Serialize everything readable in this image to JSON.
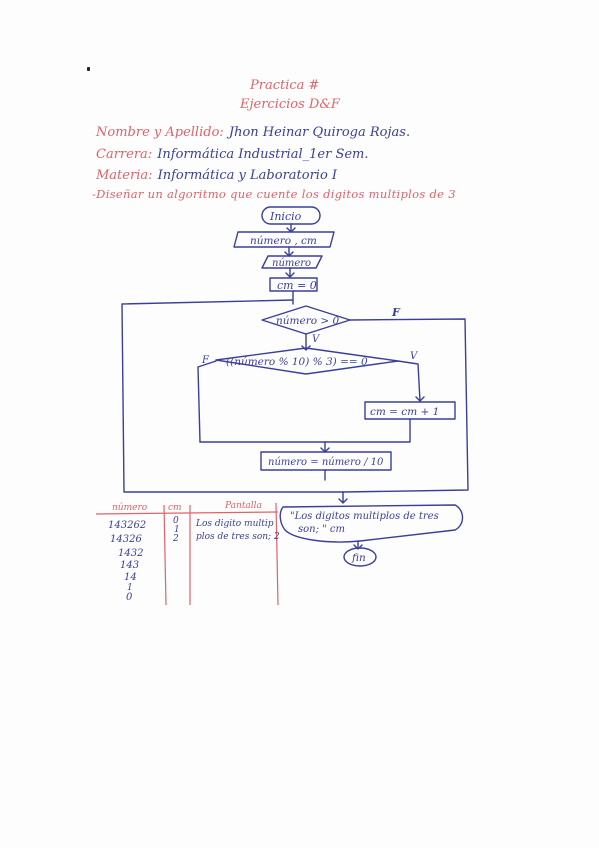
{
  "header": {
    "title": "Practica #",
    "subtitle": "Ejercicios D&F"
  },
  "student": {
    "name_label": "Nombre y Apellido:",
    "name_value": "Jhon Heinar Quiroga Rojas.",
    "course_label": "Carrera:",
    "course_value": "Informática Industrial_1er Sem.",
    "subject_label": "Materia:",
    "subject_value": "Informática y Laboratorio I"
  },
  "statement": "-Diseñar un algoritmo que cuente los digitos multiplos de 3",
  "flowchart": {
    "start": "Inicio",
    "input_vars": "número , cm",
    "read_input": "número",
    "init_counter": "cm = 0",
    "loop_condition": "número > 0",
    "loop_false": "F",
    "loop_true": "V",
    "check_condition": "((número % 10) % 3) == 0",
    "check_false": "F",
    "check_true": "V",
    "increment": "cm = cm + 1",
    "divide": "número = número / 10",
    "output_line1": "\"Los digitos multiplos de tres",
    "output_line2": "son; \" cm",
    "end": "fin"
  },
  "trace_table": {
    "headers": [
      "número",
      "cm",
      "Pantalla"
    ],
    "numero_values": [
      "143262",
      "14326",
      "1432",
      "143",
      "14",
      "1",
      "0"
    ],
    "cm_values": [
      "0",
      "1",
      "2"
    ],
    "pantalla_lines": [
      "Los digito multip",
      "plos de tres son; 2"
    ]
  },
  "colors": {
    "ink_blue": "#3a3f9a",
    "ink_red": "#e0626a"
  }
}
